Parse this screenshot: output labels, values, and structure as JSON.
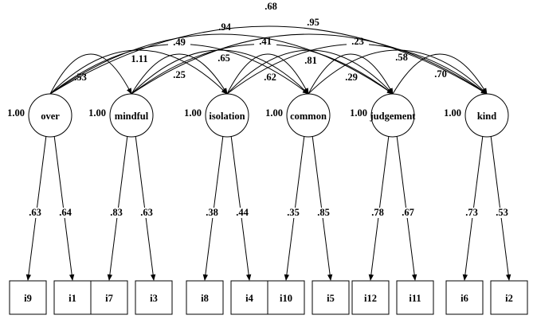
{
  "factors": [
    {
      "id": "over",
      "label": "over",
      "variance": "1.00",
      "indicators": [
        {
          "label": "i9",
          "loading": ".63"
        },
        {
          "label": "i1",
          "loading": ".64"
        }
      ]
    },
    {
      "id": "mindful",
      "label": "mindful",
      "variance": "1.00",
      "indicators": [
        {
          "label": "i7",
          "loading": ".83"
        },
        {
          "label": "i3",
          "loading": ".63"
        }
      ]
    },
    {
      "id": "isolation",
      "label": "isolation",
      "variance": "1.00",
      "indicators": [
        {
          "label": "i8",
          "loading": ".38"
        },
        {
          "label": "i4",
          "loading": ".44"
        }
      ]
    },
    {
      "id": "common",
      "label": "common",
      "variance": "1.00",
      "indicators": [
        {
          "label": "i10",
          "loading": ".35"
        },
        {
          "label": "i5",
          "loading": ".85"
        }
      ]
    },
    {
      "id": "judgement",
      "label": "judgement",
      "variance": "1.00",
      "indicators": [
        {
          "label": "i12",
          "loading": ".78"
        },
        {
          "label": "i11",
          "loading": ".67"
        }
      ]
    },
    {
      "id": "kind",
      "label": "kind",
      "variance": "1.00",
      "indicators": [
        {
          "label": "i6",
          "loading": ".73"
        },
        {
          "label": "i2",
          "loading": ".53"
        }
      ]
    }
  ],
  "correlations": [
    {
      "from": 0,
      "to": 1,
      "value": ".53"
    },
    {
      "from": 1,
      "to": 2,
      "value": ".25"
    },
    {
      "from": 2,
      "to": 3,
      "value": ".62"
    },
    {
      "from": 3,
      "to": 4,
      "value": ".29"
    },
    {
      "from": 4,
      "to": 5,
      "value": ".70"
    },
    {
      "from": 0,
      "to": 2,
      "value": "1.11"
    },
    {
      "from": 1,
      "to": 3,
      "value": ".65"
    },
    {
      "from": 2,
      "to": 4,
      "value": ".81"
    },
    {
      "from": 3,
      "to": 5,
      "value": ".58"
    },
    {
      "from": 0,
      "to": 3,
      "value": ".49"
    },
    {
      "from": 1,
      "to": 4,
      "value": ".41"
    },
    {
      "from": 2,
      "to": 5,
      "value": ".23"
    },
    {
      "from": 0,
      "to": 4,
      "value": ".94"
    },
    {
      "from": 1,
      "to": 5,
      "value": ".95"
    },
    {
      "from": 0,
      "to": 5,
      "value": ".68"
    }
  ]
}
